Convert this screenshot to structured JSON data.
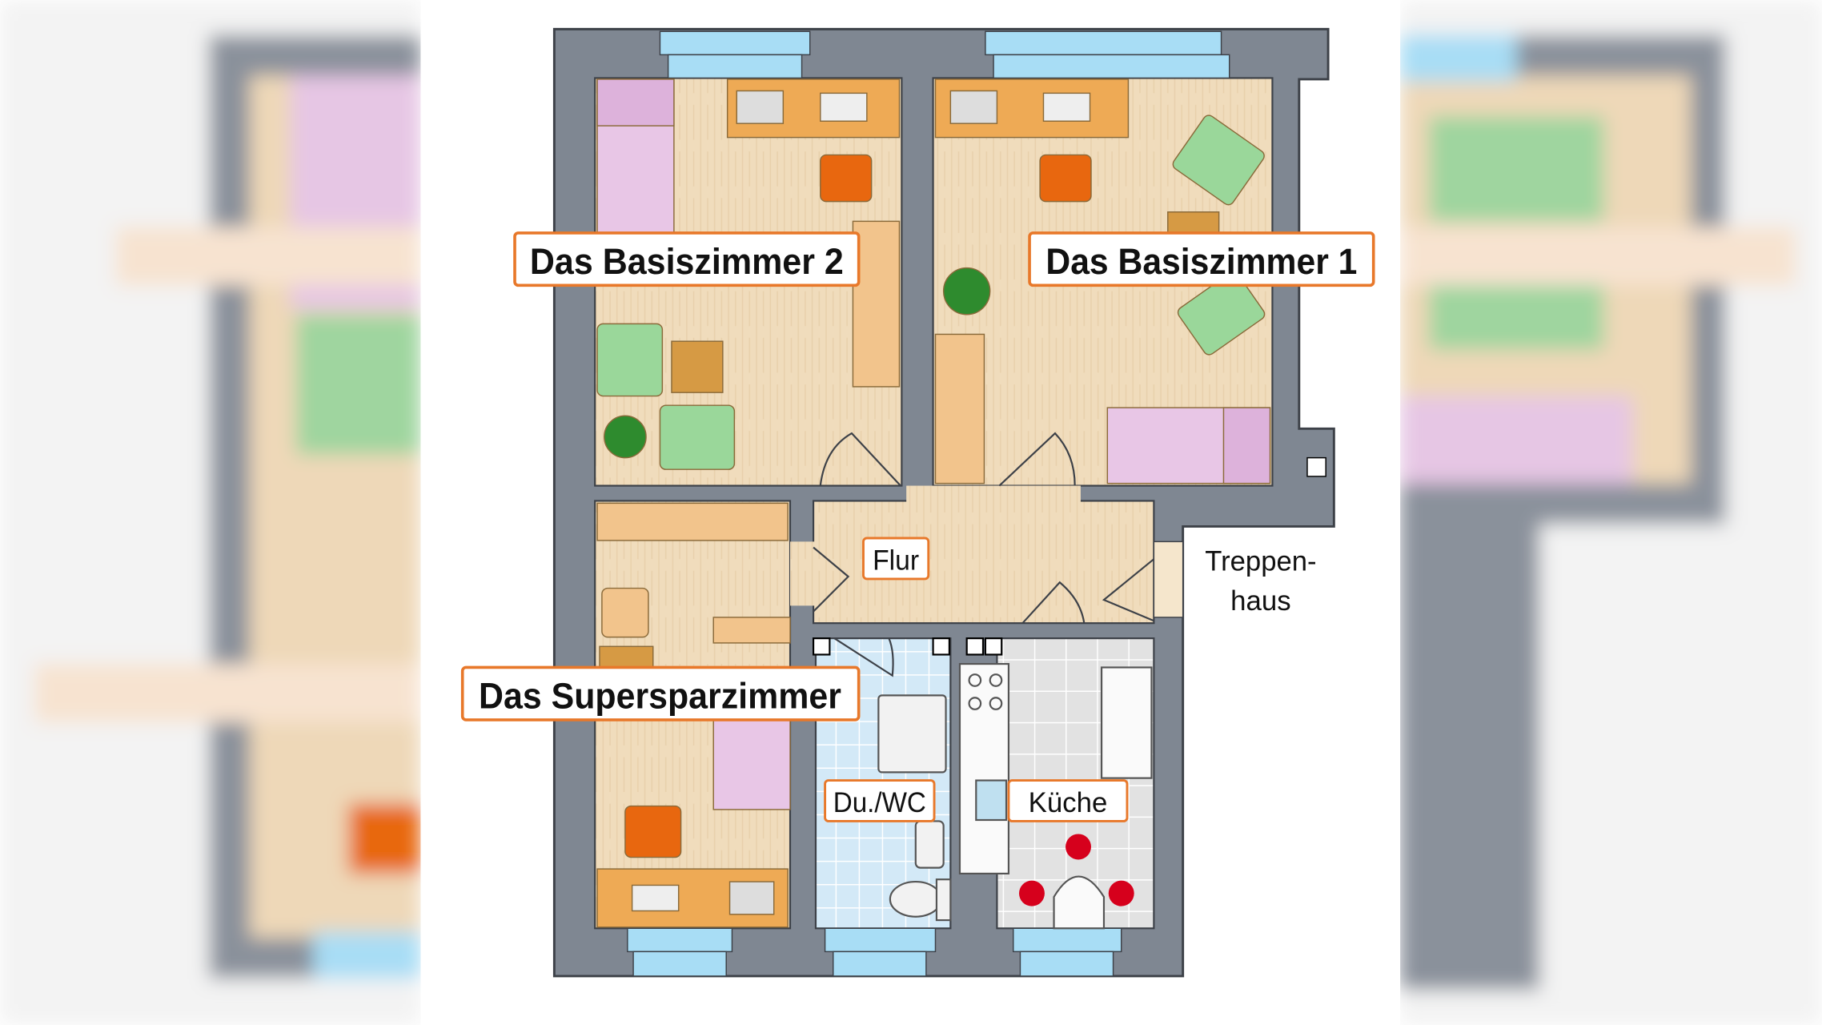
{
  "plan": {
    "rooms": {
      "basis2": "Das Basiszimmer 2",
      "basis1": "Das Basiszimmer 1",
      "flur": "Flur",
      "superspar": "Das Supersparzimmer",
      "bath": "Du./WC",
      "kitchen": "Küche"
    },
    "stairwell": {
      "line1": "Treppen-",
      "line2": "haus"
    }
  },
  "colors": {
    "wall": "#7f8792",
    "floor": "#f0dcbc",
    "window": "#a8ddf5",
    "label_border": "#e8782a",
    "bed": "#e8c6e6",
    "desk": "#eeaa55",
    "chair": "#e8670f",
    "armchair": "#9ad79a",
    "bath_tile": "#d3e9f7",
    "kitchen_tile": "#e4e4e4",
    "kitchen_chair": "#d6001c"
  }
}
